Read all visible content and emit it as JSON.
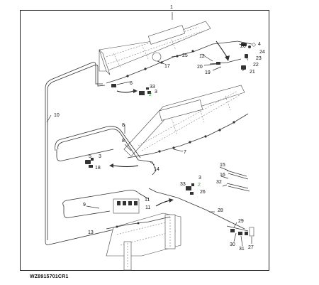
{
  "callouts": {
    "c1": "1",
    "c26": "26",
    "c4": "4",
    "c24": "24",
    "c25": "25",
    "c23": "23",
    "c12": "12",
    "c22": "22",
    "c20": "20",
    "c19": "19",
    "c21": "21",
    "c17": "17",
    "c6": "6",
    "c33a": "33",
    "c3a": "3",
    "c2a": "2",
    "c10": "10",
    "c8a": "8",
    "c8b": "8",
    "c7": "7",
    "c5": "5",
    "c3b": "3",
    "c18": "18",
    "c14": "14",
    "c15": "15",
    "c16": "16",
    "c32": "32",
    "c33b": "33",
    "c3c": "3",
    "c2b": "2",
    "c26b": "26",
    "c9": "9",
    "c11a": "11",
    "c11b": "11",
    "c13": "13",
    "c28": "28",
    "c29": "29",
    "c30": "30",
    "c31": "31",
    "c27": "27"
  },
  "figure_id": "WZ8915701CR1",
  "colors": {
    "highlight_callout": "#3a9a3a"
  }
}
